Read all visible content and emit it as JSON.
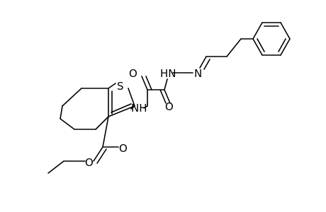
{
  "atoms": {
    "s1": "S",
    "n1": "NH",
    "o1": "O",
    "o2": "O",
    "n2": "HN",
    "n3": "N",
    "o3": "O",
    "o4": "O"
  }
}
